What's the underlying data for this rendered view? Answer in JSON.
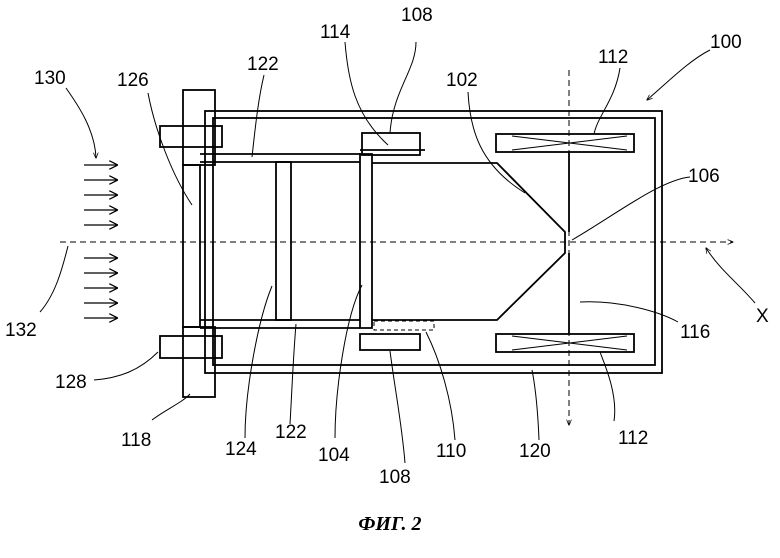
{
  "figure": {
    "caption": "ФИГ. 2",
    "labels": {
      "l100": "100",
      "l102": "102",
      "l104": "104",
      "l106": "106",
      "l108_top": "108",
      "l108_bottom": "108",
      "l110": "110",
      "l112_top": "112",
      "l112_bottom": "112",
      "l114": "114",
      "l116": "116",
      "l118": "118",
      "l120": "120",
      "l122_top": "122",
      "l122_bottom": "122",
      "l124": "124",
      "l126": "126",
      "l128": "128",
      "l130": "130",
      "l132": "132",
      "lX": "X"
    }
  }
}
